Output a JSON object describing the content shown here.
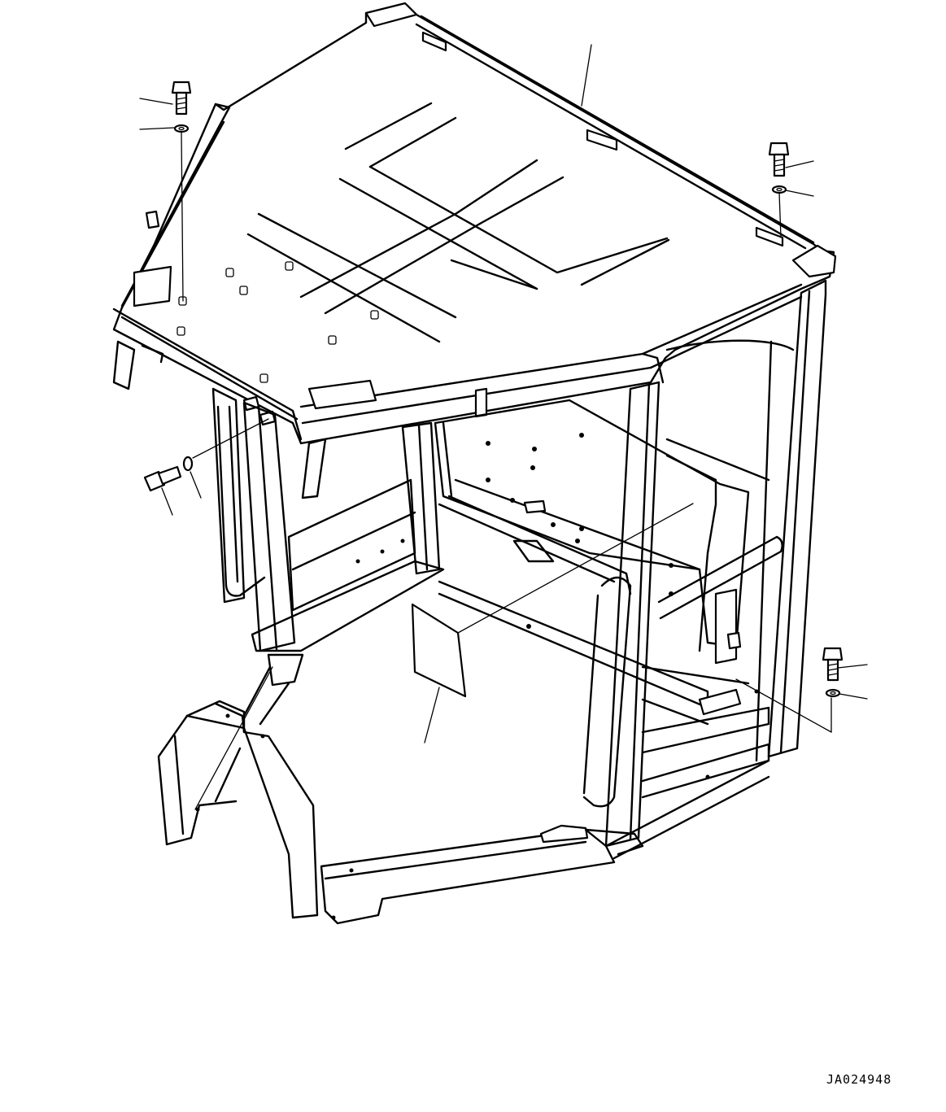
{
  "drawing": {
    "id_code": "JA024948"
  },
  "parts": [
    {
      "name": "roof-panel",
      "icon": "roof-panel-icon"
    },
    {
      "name": "upper-left-bolt",
      "icon": "bolt-icon"
    },
    {
      "name": "upper-left-washer",
      "icon": "washer-icon"
    },
    {
      "name": "upper-right-bolt",
      "icon": "bolt-icon"
    },
    {
      "name": "upper-right-washer",
      "icon": "washer-icon"
    },
    {
      "name": "side-bolt",
      "icon": "bolt-icon"
    },
    {
      "name": "side-washer",
      "icon": "washer-icon"
    },
    {
      "name": "lower-right-bolt",
      "icon": "bolt-icon"
    },
    {
      "name": "lower-right-washer",
      "icon": "washer-icon"
    },
    {
      "name": "label-plate",
      "icon": "plate-icon"
    }
  ],
  "colors": {
    "line": "#000000",
    "background": "#ffffff"
  }
}
